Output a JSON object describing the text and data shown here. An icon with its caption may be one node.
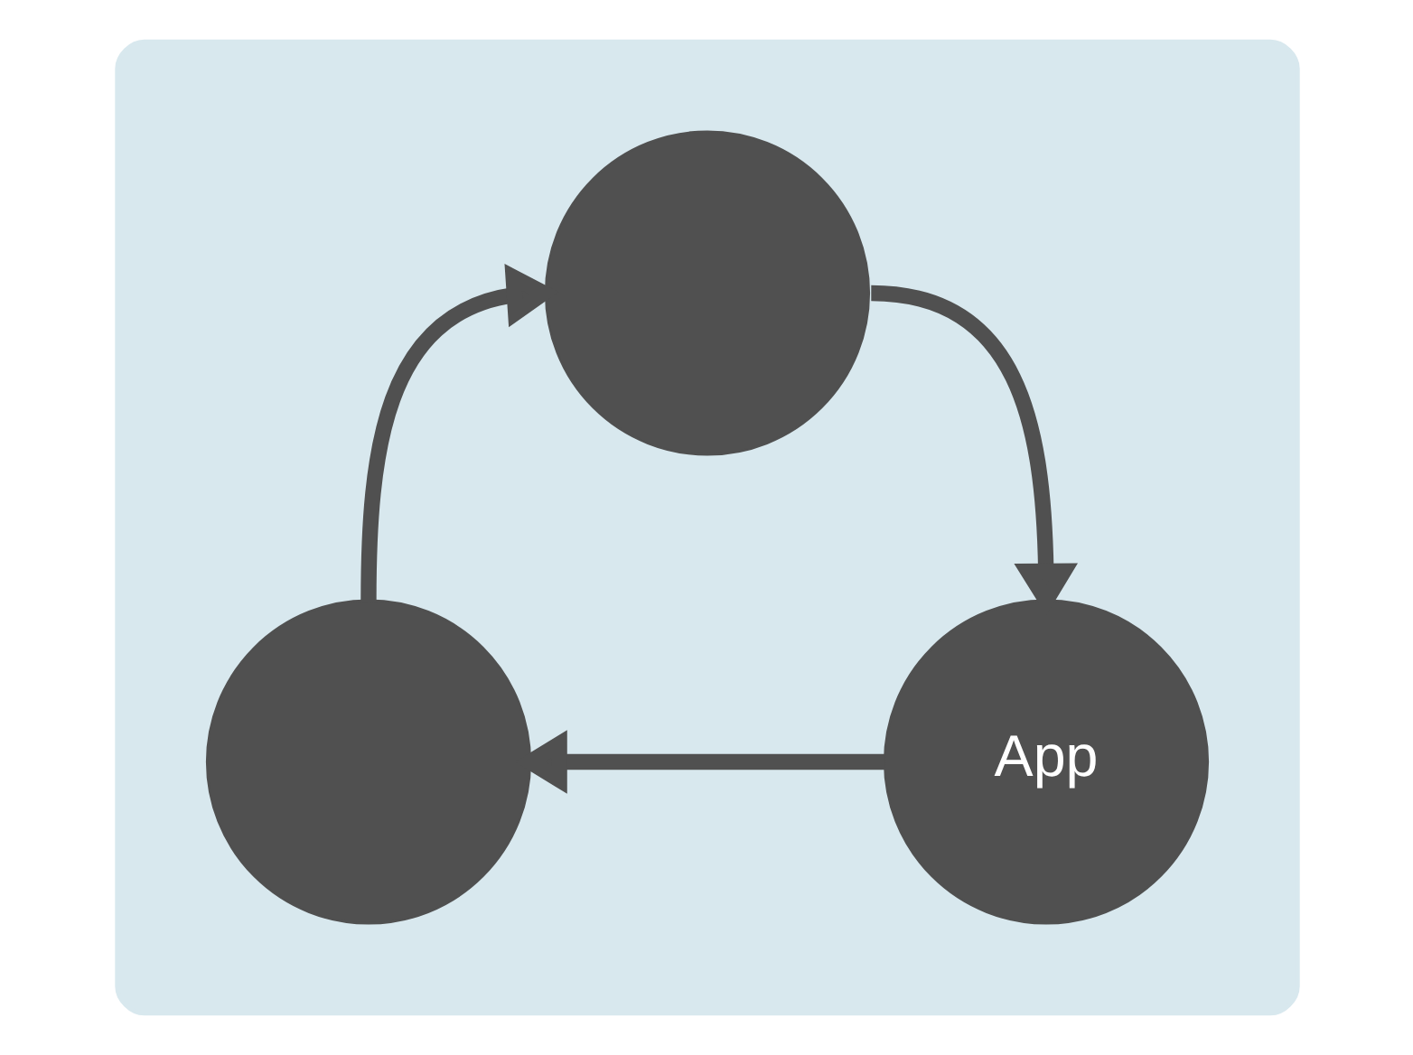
{
  "diagram": {
    "nodes": [
      {
        "text": [],
        "shape": "box"
      },
      {
        "text": [],
        "shape": "circle",
        "in": 0
      },
      {
        "text": [],
        "shape": "circle",
        "in": 0
      },
      {
        "text": [
          "App"
        ],
        "in": 0
      }
    ],
    "edges": [
      {
        "from": 1,
        "to": 3,
        "arrow": "to"
      },
      {
        "from": 3,
        "to": 2,
        "arrow": "to"
      },
      {
        "from": 2,
        "to": 1,
        "arrow": "to"
      }
    ]
  }
}
